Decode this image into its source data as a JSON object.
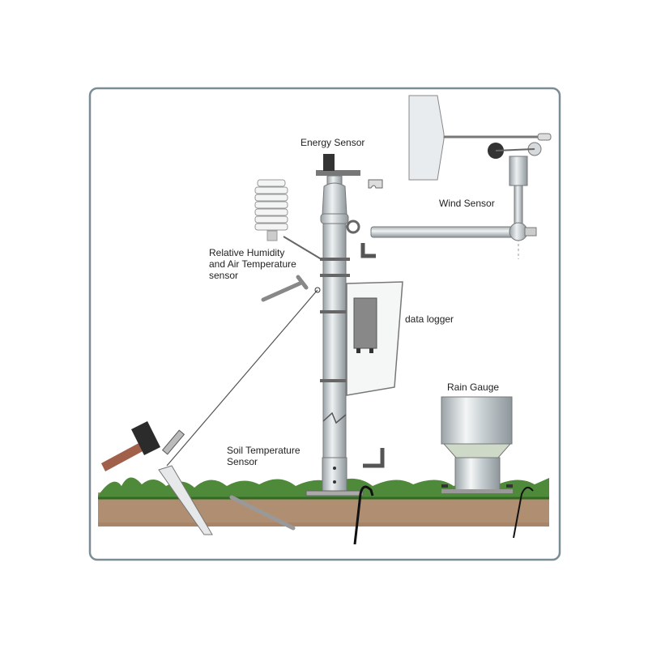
{
  "labels": {
    "energy_sensor": "Energy Sensor",
    "wind_sensor": "Wind Sensor",
    "rh_line1": "Relative Humidity",
    "rh_line2": "and Air Temperature",
    "rh_line3": "sensor",
    "data_logger": "data logger",
    "rain_gauge": "Rain Gauge",
    "soil_line1": "Soil Temperature",
    "soil_line2": "Sensor"
  },
  "colors": {
    "frame": "#7a8c96",
    "mast": "#c9cfd3",
    "grass": "#4f8a3a",
    "soil": "#a88468",
    "hammer_head": "#2b2b2b",
    "hammer_handle": "#a0604a"
  }
}
